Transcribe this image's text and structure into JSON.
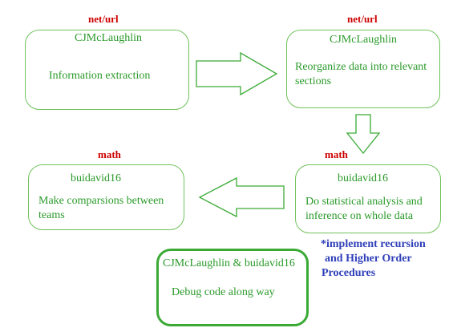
{
  "steps": [
    {
      "tag": "net/url",
      "author": "CJMcLaughlin",
      "text_lines": [
        "Information extraction"
      ]
    },
    {
      "tag": "net/url",
      "author": "CJMcLaughlin",
      "text_lines": [
        "Reorganize data into relevant",
        "sections"
      ]
    },
    {
      "tag": "math",
      "author": "buidavid16",
      "text_lines": [
        "Do statistical analysis and",
        "inference on whole data"
      ]
    },
    {
      "tag": "math",
      "author": "buidavid16",
      "text_lines": [
        "Make comparsions between",
        "teams"
      ]
    }
  ],
  "debug_box": {
    "authors": "CJMcLaughlin & buidavid16",
    "text": "Debug code along way"
  },
  "note_lines": [
    "*implement recursion",
    "and Higher Order",
    "Procedures"
  ],
  "colors": {
    "tag": "#cc0000",
    "box_border": "#6fc25a",
    "box_text": "#2a9a2a",
    "note": "#2f3fb8"
  }
}
